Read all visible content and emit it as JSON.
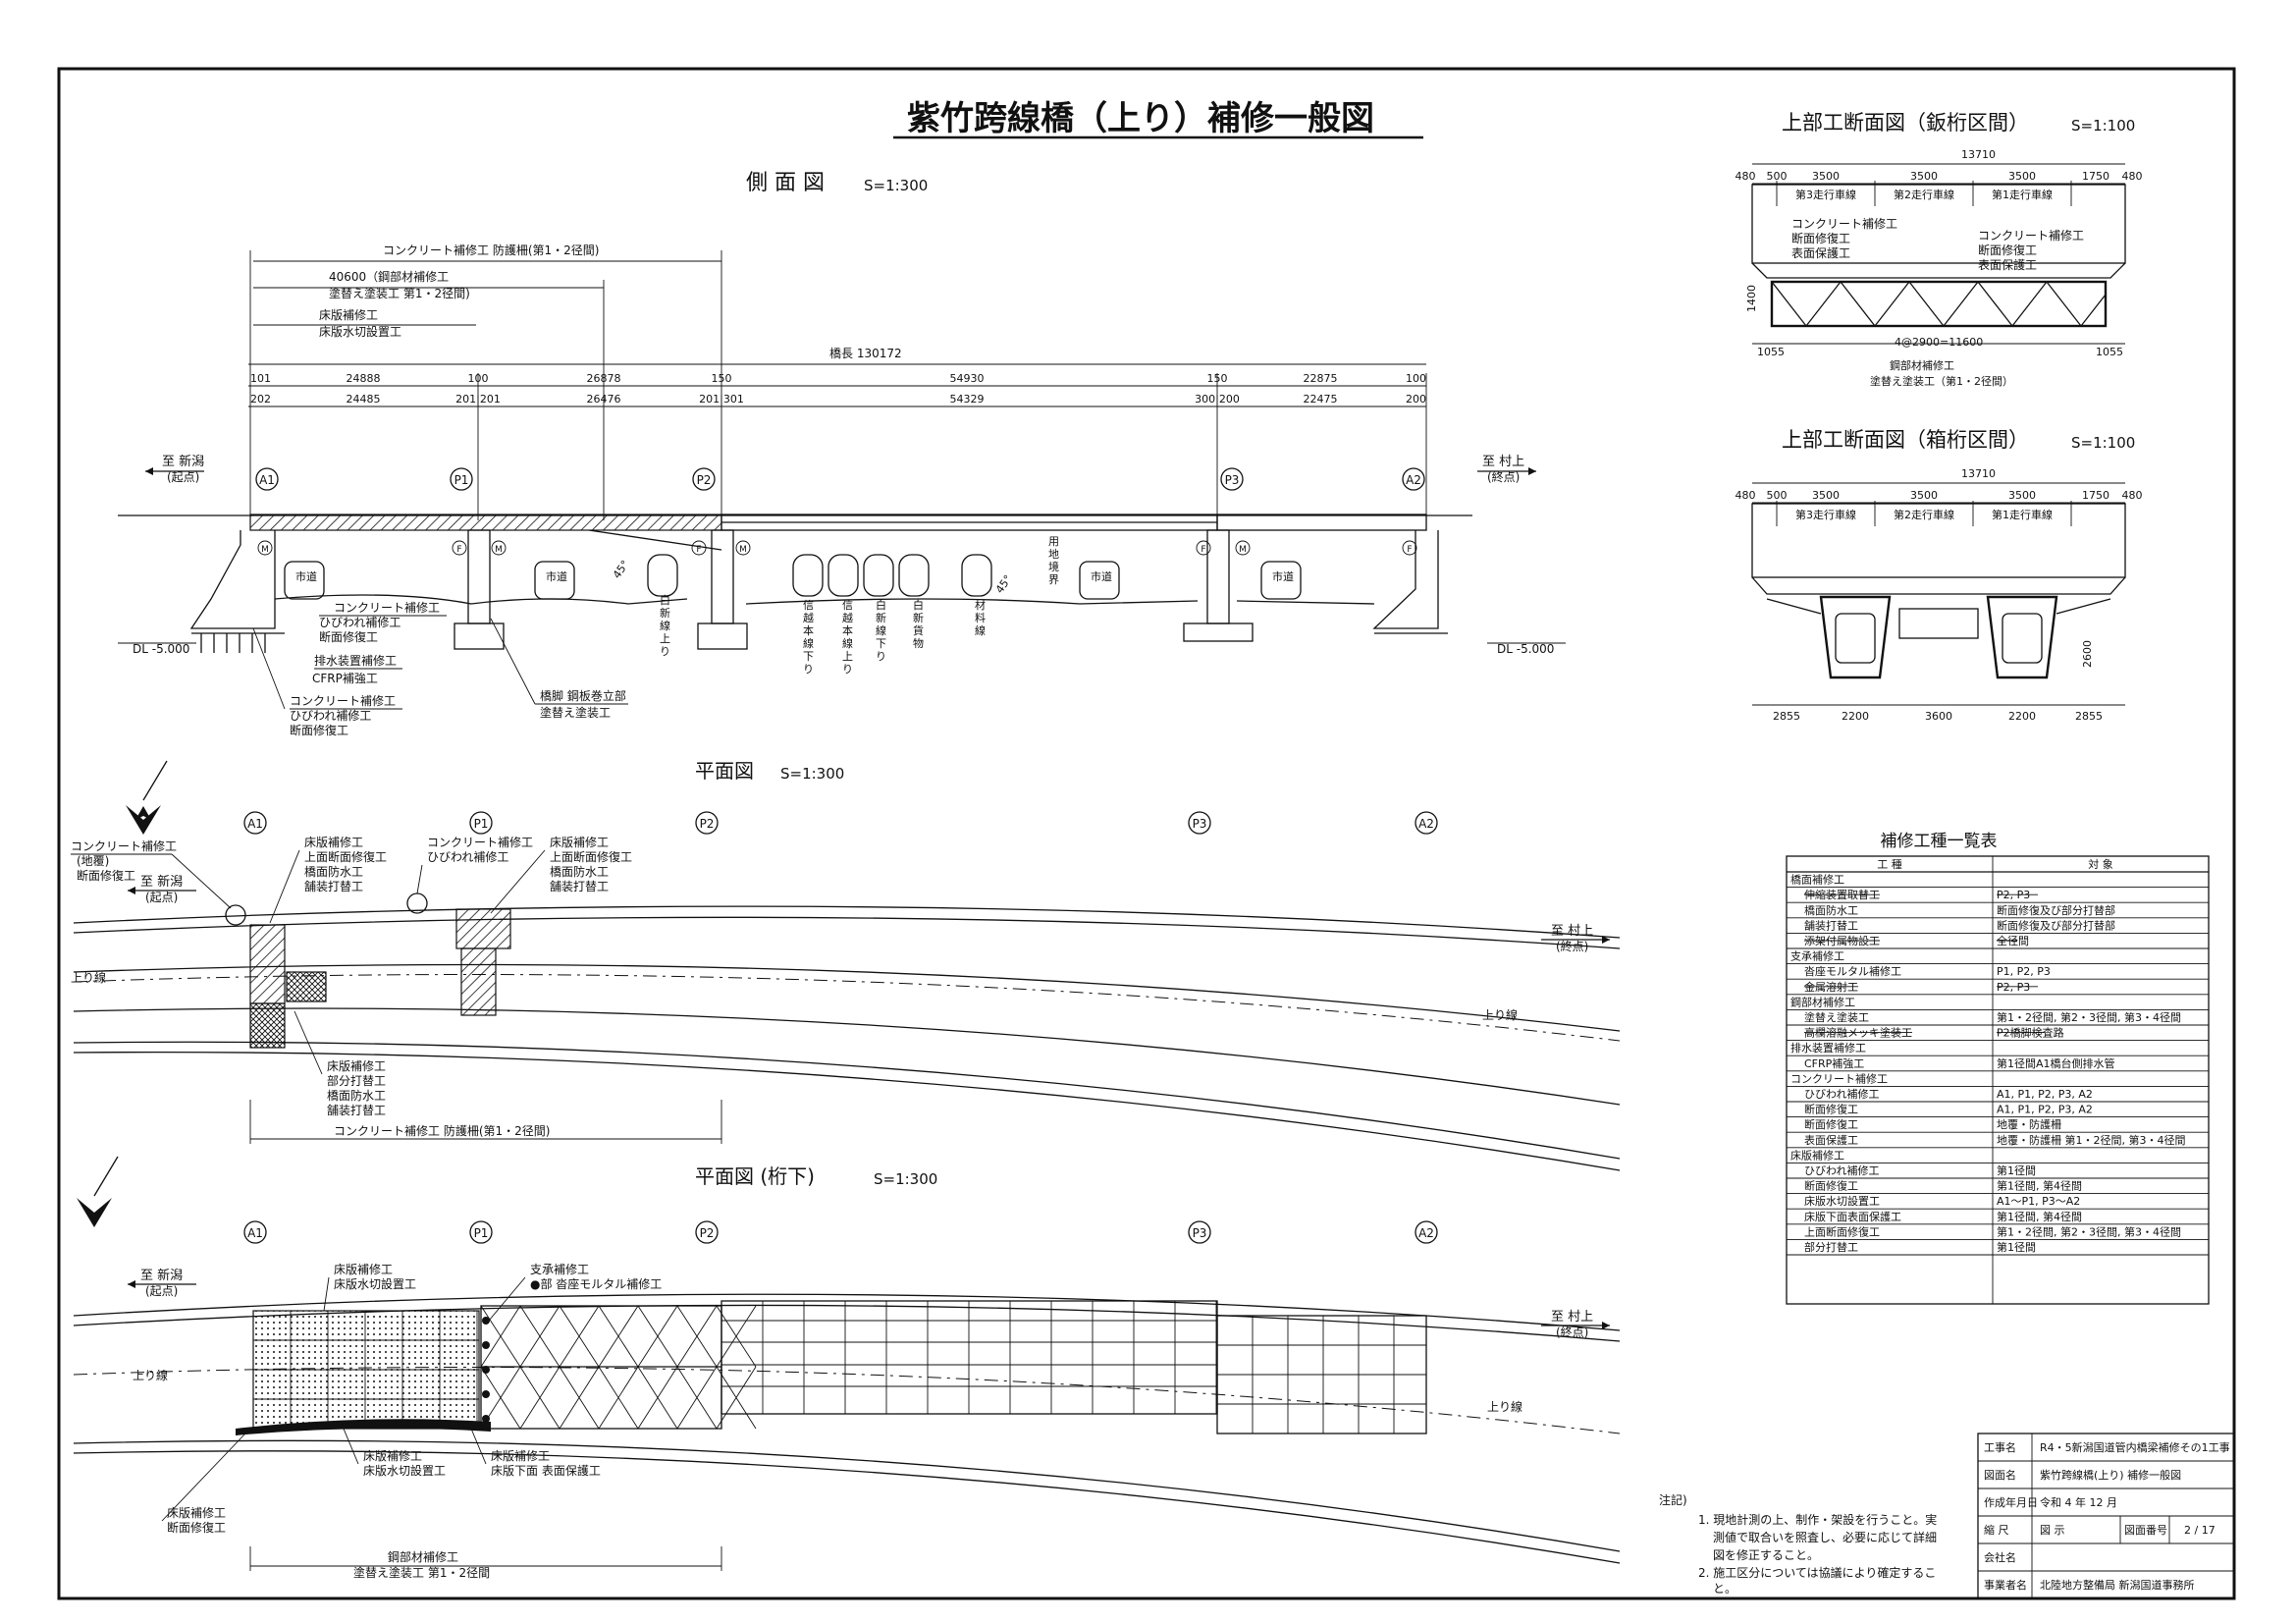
{
  "title": "紫竹跨線橋（上り）補修一般図",
  "side_view": {
    "heading": "側 面 図",
    "scale": "S=1:300",
    "dims": {
      "top1": "コンクリート補修工 防護柵(第1・2径間)",
      "top2a": "40600（鋼部材補修工",
      "top2b": "塗替え塗装工 第1・2径間)",
      "top3a": "床版補修工",
      "top3b": "床版水切設置工",
      "bridge_length": "橋長 130172",
      "row1": [
        "101",
        "24888",
        "100",
        "26878",
        "150",
        "54930",
        "150",
        "22875",
        "100"
      ],
      "row2": [
        "202",
        "24485",
        "201|201",
        "26476",
        "201|301",
        "54329",
        "300|200",
        "22475",
        "200"
      ]
    },
    "supports": [
      "A1",
      "P1",
      "P2",
      "P3",
      "A2"
    ],
    "to_niigata": "至 新潟",
    "origin": "(起点)",
    "to_murakami": "至 村上",
    "terminus": "(終点)",
    "dl_left": "DL -5.000",
    "dl_right": "DL -5.000",
    "road1": "市道",
    "road2": "市道",
    "road3": "市道",
    "road4": "市道",
    "rail_labels": [
      "白新線上り",
      "信越本線下り",
      "信越本線上り",
      "白新線下り",
      "白新貨物",
      "材料線",
      "用地境界"
    ],
    "angle1": "45°",
    "angle2": "45°",
    "callout1": [
      "コンクリート補修工",
      "ひびわれ補修工",
      "断面修復工"
    ],
    "callout2": "排水装置補修工",
    "callout3": "CFRP補強工",
    "callout4": [
      "コンクリート補修工",
      "ひびわれ補修工",
      "断面修復工"
    ],
    "callout5": [
      "橋脚 鋼板巻立部",
      "塗替え塗装工"
    ],
    "bearings": [
      "M",
      "F",
      "M",
      "F",
      "M",
      "F",
      "M",
      "F"
    ]
  },
  "section_plate": {
    "heading": "上部工断面図（鈑桁区間）",
    "scale": "S=1:100",
    "total": "13710",
    "dims": [
      "480",
      "500",
      "3500",
      "3500",
      "3500",
      "1750",
      "480"
    ],
    "lanes": [
      "第3走行車線",
      "第2走行車線",
      "第1走行車線"
    ],
    "callout_left": [
      "コンクリート補修工",
      "断面修復工",
      "表面保護工"
    ],
    "callout_right": [
      "コンクリート補修工",
      "断面修復工",
      "表面保護工"
    ],
    "height": "1400",
    "bottom_left": "1055",
    "bottom_mid": "4@2900=11600",
    "bottom_right": "1055",
    "note1": "鋼部材補修工",
    "note2": "塗替え塗装工（第1・2径間）"
  },
  "section_box": {
    "heading": "上部工断面図（箱桁区間）",
    "scale": "S=1:100",
    "total": "13710",
    "dims": [
      "480",
      "500",
      "3500",
      "3500",
      "3500",
      "1750",
      "480"
    ],
    "lanes": [
      "第3走行車線",
      "第2走行車線",
      "第1走行車線"
    ],
    "height": "2600",
    "bottom": [
      "2855",
      "2200",
      "3600",
      "2200",
      "2855"
    ]
  },
  "plan": {
    "heading": "平面図",
    "scale": "S=1:300",
    "supports": [
      "A1",
      "P1",
      "P2",
      "P3",
      "A2"
    ],
    "callout_a1": [
      "コンクリート補修工",
      "(地覆)",
      "断面修復工"
    ],
    "to_niigata": "至 新潟",
    "origin": "(起点)",
    "callout_deck1": [
      "床版補修工",
      "上面断面修復工",
      "橋面防水工",
      "舗装打替工"
    ],
    "callout_p1": [
      "コンクリート補修工",
      "ひびわれ補修工"
    ],
    "callout_deck2": [
      "床版補修工",
      "上面断面修復工",
      "橋面防水工",
      "舗装打替工"
    ],
    "to_murakami": "至 村上",
    "terminus": "(終点)",
    "lane_left": "上り線",
    "lane_right": "上り線",
    "callout_bottom": [
      "床版補修工",
      "部分打替工",
      "橋面防水工",
      "舗装打替工"
    ],
    "dim_bottom": "コンクリート補修工 防護柵(第1・2径間)"
  },
  "plan_under": {
    "heading": "平面図 (桁下)",
    "scale": "S=1:300",
    "supports": [
      "A1",
      "P1",
      "P2",
      "P3",
      "A2"
    ],
    "to_niigata": "至 新潟",
    "origin": "(起点)",
    "callout_deck": [
      "床版補修工",
      "床版水切設置工"
    ],
    "callout_bearing": [
      "支承補修工",
      "●部 沓座モルタル補修工"
    ],
    "to_murakami": "至 村上",
    "terminus": "(終点)",
    "lane_left": "上り線",
    "lane_right": "上り線",
    "callout_b1": [
      "床版補修工",
      "床版水切設置工"
    ],
    "callout_b2": [
      "床版補修工",
      "床版下面 表面保護工"
    ],
    "callout_b3": [
      "床版補修工",
      "断面修復工"
    ],
    "dim_bottom": [
      "鋼部材補修工",
      "塗替え塗装工 第1・2径間"
    ]
  },
  "table": {
    "title": "補修工種一覧表",
    "headers": [
      "工  種",
      "対  象"
    ],
    "rows": [
      {
        "k": "橋面補修工",
        "v": "",
        "ks": false,
        "vs": false,
        "ind": 0
      },
      {
        "k": "伸縮装置取替工",
        "v": "P2, P3",
        "ks": true,
        "vs": true,
        "ind": 1
      },
      {
        "k": "橋面防水工",
        "v": "断面修復及び部分打替部",
        "ks": false,
        "vs": false,
        "ind": 1
      },
      {
        "k": "舗装打替工",
        "v": "断面修復及び部分打替部",
        "ks": false,
        "vs": false,
        "ind": 1
      },
      {
        "k": "添架付属物設工",
        "v": "全径間",
        "ks": true,
        "vs": true,
        "ind": 1
      },
      {
        "k": "支承補修工",
        "v": "",
        "ks": false,
        "vs": false,
        "ind": 0
      },
      {
        "k": "沓座モルタル補修工",
        "v": "P1, P2, P3",
        "ks": false,
        "vs": false,
        "ind": 1
      },
      {
        "k": "金属溶射工",
        "v": "P2, P3",
        "ks": true,
        "vs": true,
        "ind": 1
      },
      {
        "k": "鋼部材補修工",
        "v": "",
        "ks": false,
        "vs": false,
        "ind": 0
      },
      {
        "k": "塗替え塗装工",
        "v": "第1・2径間, 第2・3径間, 第3・4径間",
        "ks": false,
        "vs": false,
        "ind": 1
      },
      {
        "k": "高欄溶融メッキ塗装工",
        "v": "P2橋脚検査路",
        "ks": true,
        "vs": true,
        "ind": 1
      },
      {
        "k": "排水装置補修工",
        "v": "",
        "ks": false,
        "vs": false,
        "ind": 0
      },
      {
        "k": "CFRP補強工",
        "v": "第1径間A1橋台側排水管",
        "ks": false,
        "vs": false,
        "ind": 1
      },
      {
        "k": "コンクリート補修工",
        "v": "",
        "ks": false,
        "vs": false,
        "ind": 0
      },
      {
        "k": "ひびわれ補修工",
        "v": "A1, P1, P2, P3, A2",
        "ks": false,
        "vs": false,
        "ind": 1
      },
      {
        "k": "断面修復工",
        "v": "A1, P1, P2, P3, A2",
        "ks": false,
        "vs": false,
        "ind": 1
      },
      {
        "k": "断面修復工",
        "v": "地覆・防護柵",
        "ks": false,
        "vs": false,
        "ind": 1
      },
      {
        "k": "表面保護工",
        "v": "地覆・防護柵 第1・2径間, 第3・4径間",
        "ks": false,
        "vs": false,
        "ind": 1
      },
      {
        "k": "床版補修工",
        "v": "",
        "ks": false,
        "vs": false,
        "ind": 0
      },
      {
        "k": "ひびわれ補修工",
        "v": "第1径間",
        "ks": false,
        "vs": false,
        "ind": 1
      },
      {
        "k": "断面修復工",
        "v": "第1径間, 第4径間",
        "ks": false,
        "vs": false,
        "ind": 1
      },
      {
        "k": "床版水切設置工",
        "v": "A1～P1, P3～A2",
        "ks": false,
        "vs": false,
        "ind": 1
      },
      {
        "k": "床版下面表面保護工",
        "v": "第1径間, 第4径間",
        "ks": false,
        "vs": false,
        "ind": 1
      },
      {
        "k": "上面断面修復工",
        "v": "第1・2径間, 第2・3径間, 第3・4径間",
        "ks": false,
        "vs": false,
        "ind": 1
      },
      {
        "k": "部分打替工",
        "v": "第1径間",
        "ks": false,
        "vs": false,
        "ind": 1
      }
    ]
  },
  "notes": {
    "head": "注記)",
    "n1a": "1. 現地計測の上、制作・架設を行うこと。実",
    "n1b": "測値で取合いを照査し、必要に応じて詳細",
    "n1c": "図を修正すること。",
    "n2a": "2. 施工区分については協議により確定するこ",
    "n2b": "と。"
  },
  "title_block": {
    "rows": [
      {
        "label": "工事名",
        "value": "R4・5新潟国道管内橋梁補修その1工事"
      },
      {
        "label": "図面名",
        "value": "紫竹跨線橋(上り) 補修一般図"
      },
      {
        "label": "作成年月日",
        "value": "令和  4 年  12 月"
      },
      {
        "label": "縮  尺",
        "value": "図 示"
      },
      {
        "label": "会社名",
        "value": ""
      },
      {
        "label": "事業者名",
        "value": "北陸地方整備局 新潟国道事務所"
      }
    ],
    "sheet_label": "図面番号",
    "sheet_no": "2 / 17"
  }
}
